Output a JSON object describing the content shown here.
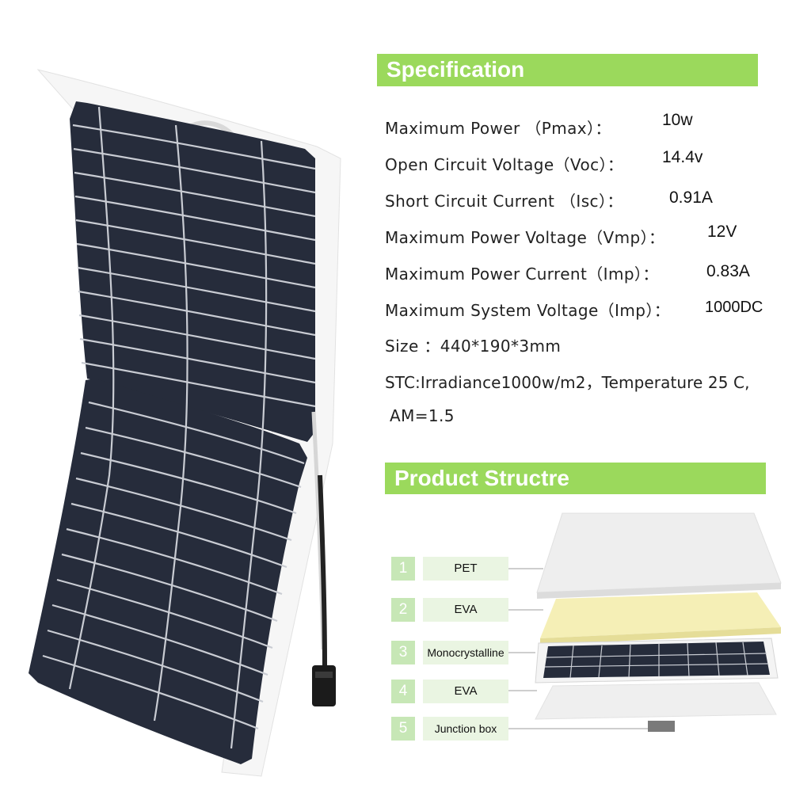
{
  "colors": {
    "header_green": "#9bd95c",
    "number_box": "#c7e7b6",
    "label_box": "#eaf5e2",
    "panel_cell": "#262c3b",
    "eva_layer": "#f5efb6"
  },
  "specification": {
    "title": "Specification",
    "rows": [
      {
        "label": "Maximum Power （Pmax）：",
        "value": "10w"
      },
      {
        "label": "Open Circuit Voltage（Voc）：",
        "value": "14.4v"
      },
      {
        "label": "Short Circuit Current （Isc）：",
        "value": "0.91A"
      },
      {
        "label": "Maximum Power Voltage（Vmp）：",
        "value": "12V"
      },
      {
        "label": "Maximum Power Current（Imp）：",
        "value": "0.83A"
      },
      {
        "label": "Maximum System Voltage（Imp）：",
        "value": "1000DC"
      },
      {
        "label": "Size ：440*190*3mm",
        "value": ""
      },
      {
        "label": "STC:Irradiance1000w/m2，Temperature 25 C,",
        "value": ""
      },
      {
        "label": "AM=1.5",
        "value": ""
      }
    ]
  },
  "structure": {
    "title": "Product Structre",
    "layers": [
      {
        "num": "1",
        "label": "PET"
      },
      {
        "num": "2",
        "label": "EVA"
      },
      {
        "num": "3",
        "label": "Monocrystalline"
      },
      {
        "num": "4",
        "label": "EVA"
      },
      {
        "num": "5",
        "label": "Junction box"
      }
    ]
  }
}
